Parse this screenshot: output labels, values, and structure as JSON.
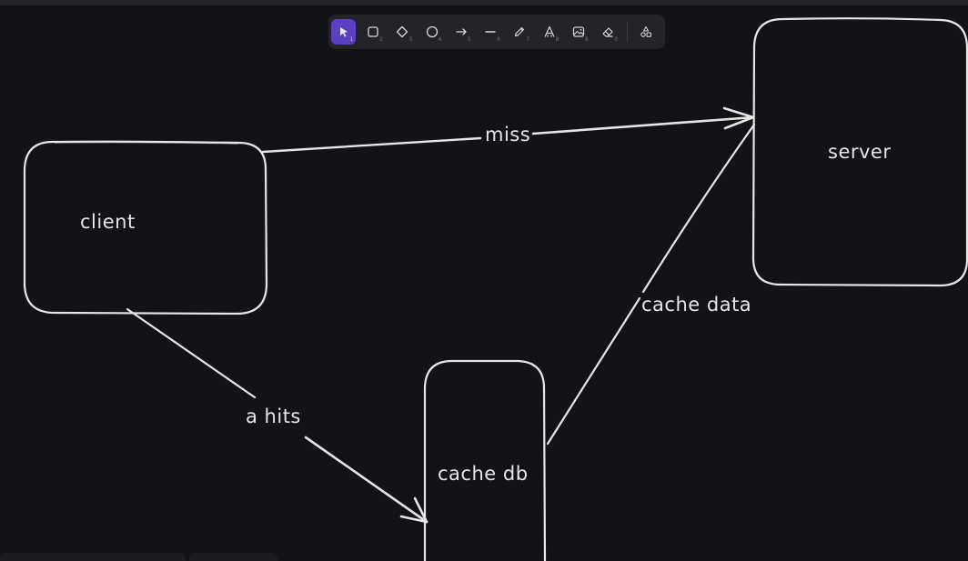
{
  "toolbar": {
    "tools": [
      {
        "name": "selection",
        "icon": "pointer-icon",
        "shortcut": "1",
        "active": true
      },
      {
        "name": "rectangle",
        "icon": "square-icon",
        "shortcut": "2"
      },
      {
        "name": "diamond",
        "icon": "diamond-icon",
        "shortcut": "3"
      },
      {
        "name": "ellipse",
        "icon": "circle-icon",
        "shortcut": "4"
      },
      {
        "name": "arrow",
        "icon": "arrow-icon",
        "shortcut": "5"
      },
      {
        "name": "line",
        "icon": "line-icon",
        "shortcut": "6"
      },
      {
        "name": "draw",
        "icon": "pencil-icon",
        "shortcut": "7"
      },
      {
        "name": "text",
        "icon": "text-icon",
        "shortcut": "8"
      },
      {
        "name": "image",
        "icon": "image-icon",
        "shortcut": "9"
      },
      {
        "name": "eraser",
        "icon": "eraser-icon",
        "shortcut": "0"
      },
      {
        "name": "more-tools",
        "icon": "shapes-icon",
        "shortcut": ""
      }
    ],
    "accent": "#5b40c2"
  },
  "diagram": {
    "nodes": {
      "client": "client",
      "server": "server",
      "cache_db": "cache db"
    },
    "edges": {
      "miss": "miss",
      "hits": "a hits",
      "cache_data": "cache data"
    },
    "stroke_color": "#e6e6e6",
    "background": "#121316"
  }
}
